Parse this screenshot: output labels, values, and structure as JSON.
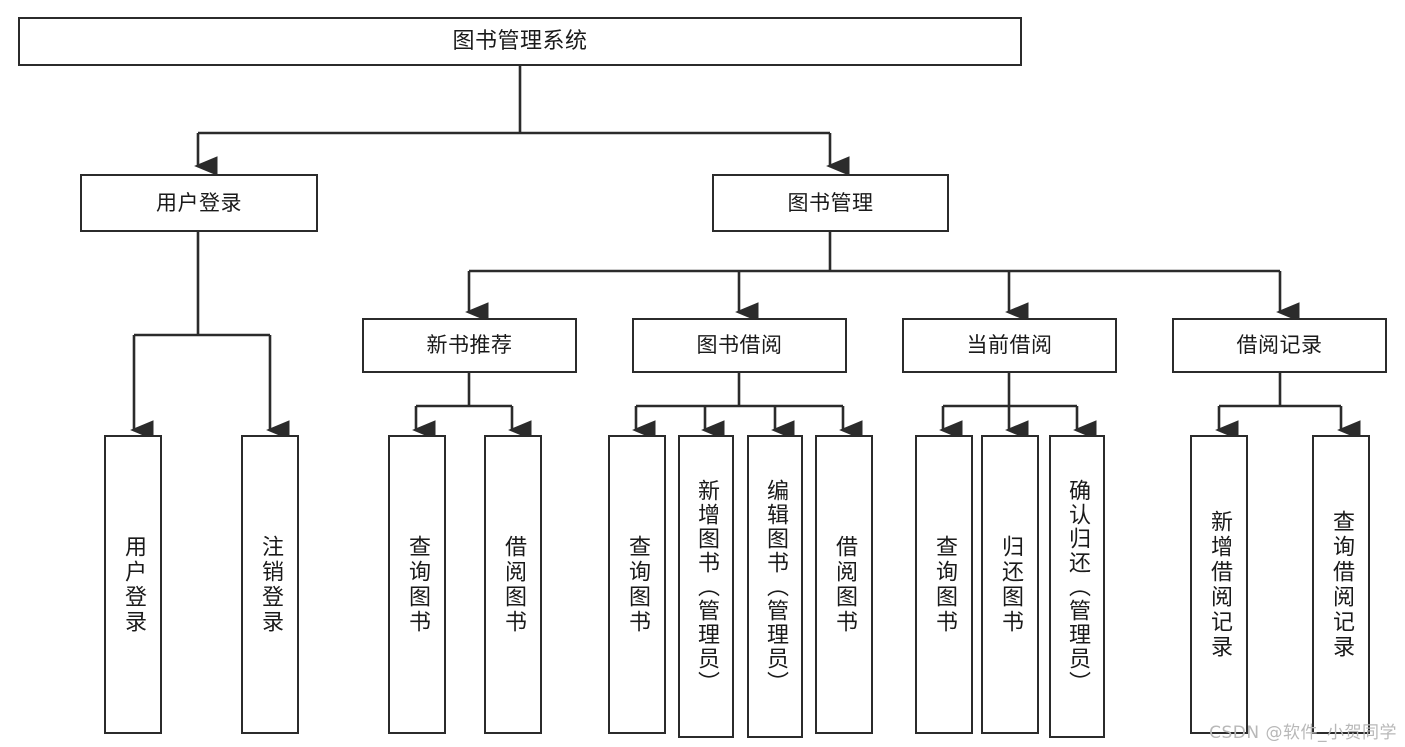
{
  "diagram": {
    "title": "图书管理系统",
    "type": "hierarchy-tree",
    "watermark": "CSDN @软件_小贺同学",
    "colors": {
      "stroke": "#2b2b2b",
      "fill": "#ffffff",
      "text": "#1a1a1a",
      "watermark": "#b8b8b8"
    },
    "nodes": {
      "root": {
        "label": "图书管理系统"
      },
      "level2": [
        {
          "label": "用户登录"
        },
        {
          "label": "图书管理"
        }
      ],
      "level3": [
        {
          "label": "新书推荐"
        },
        {
          "label": "图书借阅"
        },
        {
          "label": "当前借阅"
        },
        {
          "label": "借阅记录"
        }
      ],
      "leaves": {
        "user_login": [
          {
            "label": "用户登录"
          },
          {
            "label": "注销登录"
          }
        ],
        "new_book_recommend": [
          {
            "label": "查询图书"
          },
          {
            "label": "借阅图书"
          }
        ],
        "book_borrow": [
          {
            "label": "查询图书"
          },
          {
            "label": "新增图书（管理员）"
          },
          {
            "label": "编辑图书（管理员）"
          },
          {
            "label": "借阅图书"
          }
        ],
        "current_borrow": [
          {
            "label": "查询图书"
          },
          {
            "label": "归还图书"
          },
          {
            "label": "确认归还（管理员）"
          }
        ],
        "borrow_record": [
          {
            "label": "新增借阅记录"
          },
          {
            "label": "查询借阅记录"
          }
        ]
      }
    }
  }
}
